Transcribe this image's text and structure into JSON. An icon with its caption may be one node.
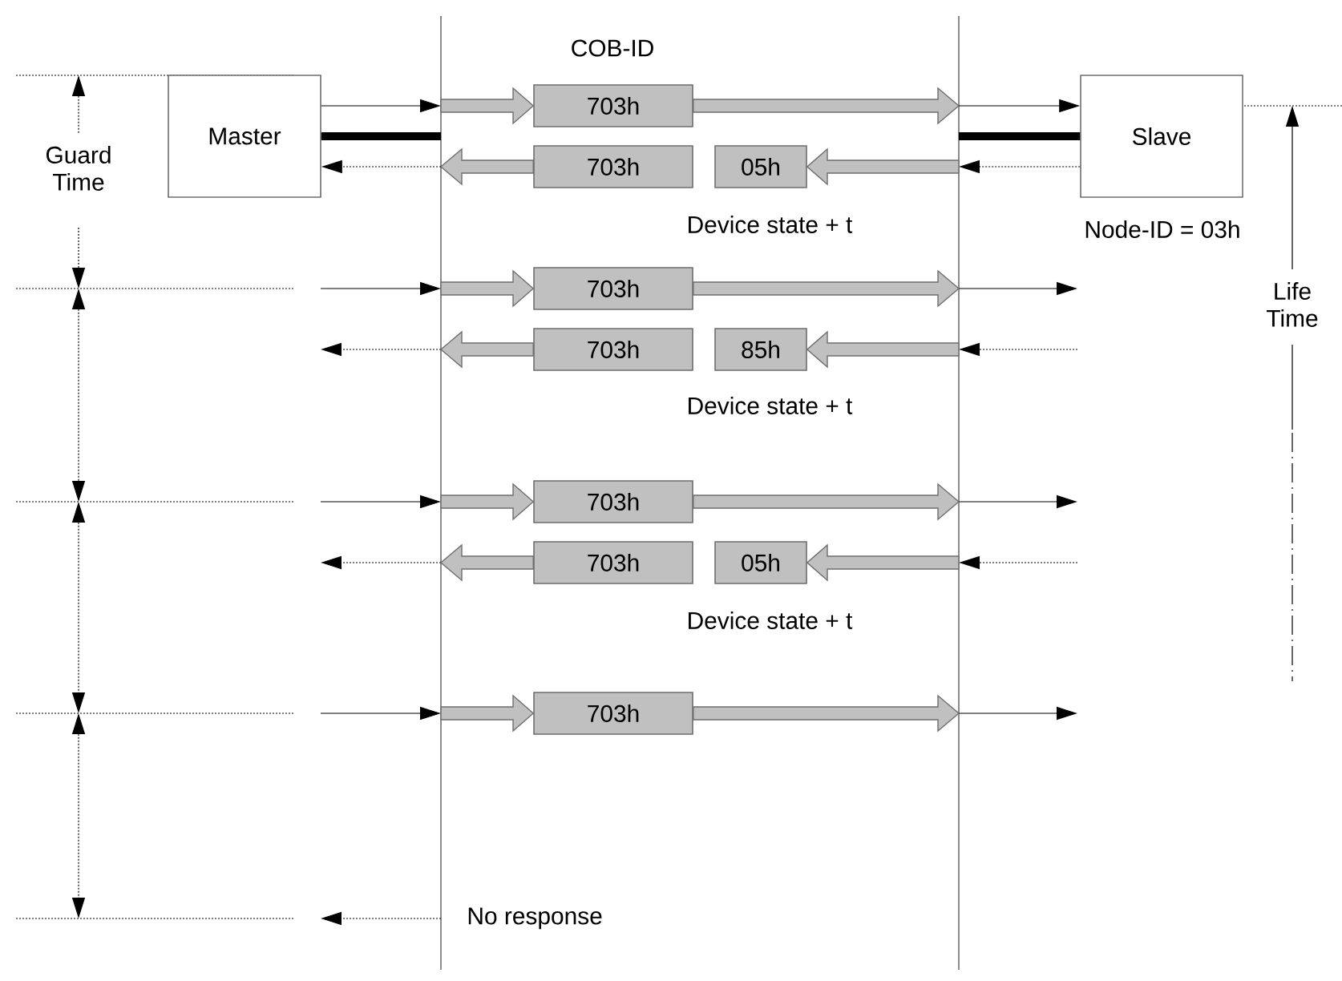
{
  "diagram": {
    "nodes": [
      {
        "text": [
          "Master"
        ]
      },
      {
        "text": [
          "703h"
        ]
      },
      {
        "text": [
          "Slave"
        ]
      },
      {
        "text": [
          "703h"
        ]
      },
      {
        "text": [
          "05h"
        ]
      },
      {
        "text": [
          "703h"
        ]
      },
      {
        "text": [
          "703h"
        ]
      },
      {
        "text": [
          "85h"
        ]
      },
      {
        "text": [
          "703h"
        ]
      },
      {
        "text": [
          "703h"
        ]
      },
      {
        "text": [
          "05h"
        ]
      },
      {
        "text": [
          "703h"
        ]
      }
    ],
    "edges": [
      {
        "from": 0,
        "to": null,
        "arrow": "to"
      },
      {
        "from": null,
        "to": 1,
        "arrow": "to",
        "style": "thick",
        "color": "#c0c0c0"
      },
      {
        "from": 1,
        "to": null,
        "arrow": "to",
        "style": "thick",
        "color": "#c0c0c0"
      },
      {
        "from": null,
        "to": 2,
        "arrow": "to"
      },
      {
        "from": 0,
        "to": null,
        "arrow": "none",
        "style": "thick"
      },
      {
        "from": 2,
        "to": null,
        "arrow": "none",
        "style": "thick"
      },
      {
        "from": 2,
        "to": null,
        "arrow": "to",
        "style": "dashed"
      },
      {
        "from": null,
        "to": 4,
        "arrow": "to",
        "style": "thick",
        "color": "#c0c0c0"
      },
      {
        "from": 3,
        "to": null,
        "arrow": "to",
        "style": "thick",
        "color": "#c0c0c0"
      },
      {
        "from": null,
        "to": 0,
        "arrow": "to",
        "style": "dashed"
      },
      {
        "from": null,
        "to": 5,
        "arrow": "to",
        "style": "thick",
        "color": "#c0c0c0"
      },
      {
        "from": 5,
        "to": null,
        "arrow": "to",
        "style": "thick",
        "color": "#c0c0c0"
      },
      {
        "from": null,
        "to": 7,
        "arrow": "to",
        "style": "thick",
        "color": "#c0c0c0"
      },
      {
        "from": 6,
        "to": null,
        "arrow": "to",
        "style": "thick",
        "color": "#c0c0c0"
      },
      {
        "from": null,
        "to": 8,
        "arrow": "to",
        "style": "thick",
        "color": "#c0c0c0"
      },
      {
        "from": 8,
        "to": null,
        "arrow": "to",
        "style": "thick",
        "color": "#c0c0c0"
      },
      {
        "from": null,
        "to": 10,
        "arrow": "to",
        "style": "thick",
        "color": "#c0c0c0"
      },
      {
        "from": 9,
        "to": null,
        "arrow": "to",
        "style": "thick",
        "color": "#c0c0c0"
      },
      {
        "from": null,
        "to": 11,
        "arrow": "to",
        "style": "thick",
        "color": "#c0c0c0"
      },
      {
        "from": 11,
        "to": null,
        "arrow": "to",
        "style": "thick",
        "color": "#c0c0c0"
      }
    ],
    "labels": [
      "COB-ID",
      "Guard Time",
      "Life Time",
      "Device state + t",
      "Node-ID = 03h",
      "Device state + t",
      "Device state + t",
      "No response"
    ]
  }
}
